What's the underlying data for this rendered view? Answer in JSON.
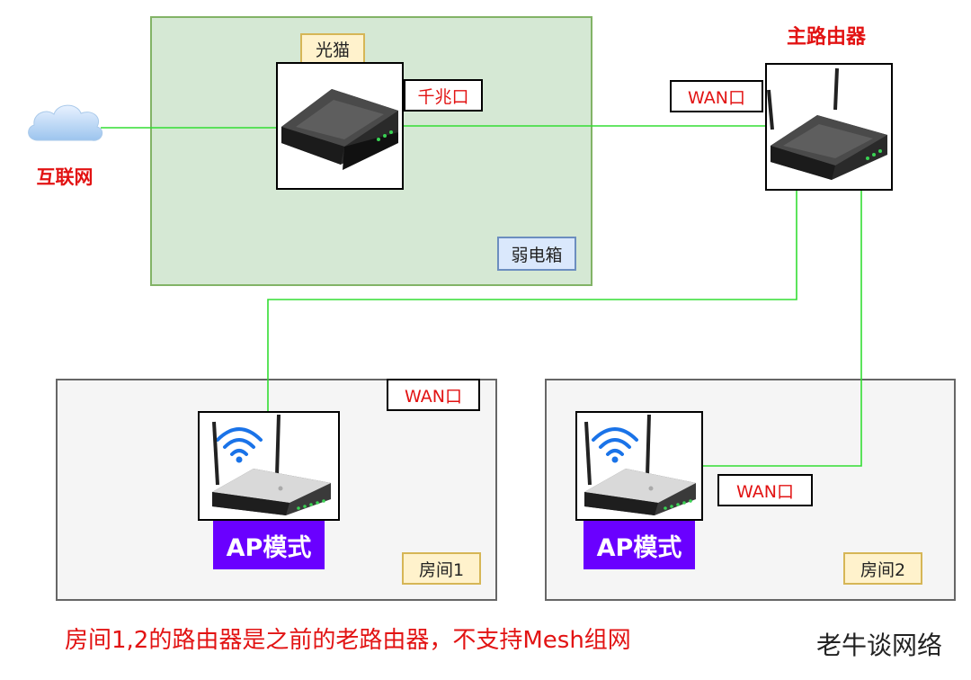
{
  "labels": {
    "internet": "互联网",
    "modem": "光猫",
    "gigabit_port": "千兆口",
    "weak_box": "弱电箱",
    "main_router": "主路由器",
    "main_wan": "WAN口",
    "room1_wan": "WAN口",
    "room2_wan": "WAN口",
    "ap_mode_1": "AP模式",
    "ap_mode_2": "AP模式",
    "room1": "房间1",
    "room2": "房间2"
  },
  "note": "房间1,2的路由器是之前的老路由器，不支持Mesh组网",
  "watermark": "老牛谈网络",
  "colors": {
    "link": "#33dd33",
    "red_text": "#e21313",
    "ap_badge": "#6a00ff",
    "wifi_icon": "#1a73e8"
  }
}
